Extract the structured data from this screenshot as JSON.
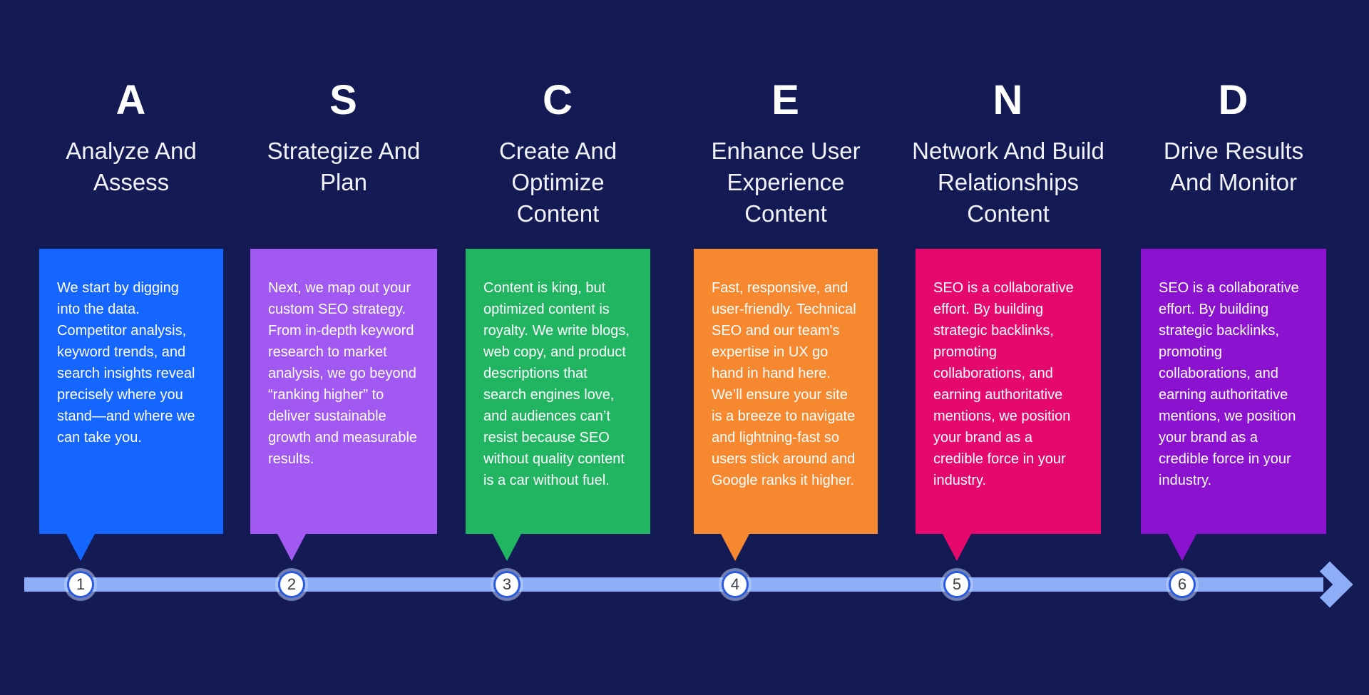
{
  "page": {
    "background": "#131a54"
  },
  "timeline": {
    "bar_color": "#8dadf6",
    "arrow_color": "#8dadf6",
    "marker_fill": "#ffffff",
    "marker_border_color": "#2a5adf"
  },
  "steps": [
    {
      "number": "1",
      "letter": "A",
      "title": "Analyze And Assess",
      "body": "We start by digging into the data. Competitor analysis, keyword trends, and search insights reveal precisely where you stand—and where we can take you.",
      "color": "#1565ff"
    },
    {
      "number": "2",
      "letter": "S",
      "title": "Strategize And Plan",
      "body": "Next, we map out your custom SEO strategy. From in-depth keyword research to market analysis, we go beyond “ranking higher” to deliver sustainable growth and measurable results.",
      "color": "#a259f2"
    },
    {
      "number": "3",
      "letter": "C",
      "title": "Create And Optimize Content",
      "body": "Content is king, but optimized content is royalty. We write blogs, web copy, and product descriptions that search engines love, and audiences can’t resist because SEO without quality content is a car without fuel.",
      "color": "#21b562"
    },
    {
      "number": "4",
      "letter": "E",
      "title": "Enhance User Experience Content",
      "body": "Fast, responsive, and user-friendly. Technical SEO and our team's expertise in UX go hand in hand here. We’ll ensure your site is a breeze to navigate and lightning-fast so users stick around and Google ranks it higher.",
      "color": "#f6882f"
    },
    {
      "number": "5",
      "letter": "N",
      "title": "Network And Build Relationships Content",
      "body": "SEO is a collaborative effort. By building strategic backlinks, promoting collaborations, and earning authoritative mentions, we position your brand as a credible force in your industry.",
      "color": "#e5086d"
    },
    {
      "number": "6",
      "letter": "D",
      "title": "Drive Results And Monitor",
      "body": "SEO is a collaborative effort. By building strategic backlinks, promoting collaborations, and earning authoritative mentions, we position your brand as a credible force in your industry.",
      "color": "#8b12cf"
    }
  ]
}
